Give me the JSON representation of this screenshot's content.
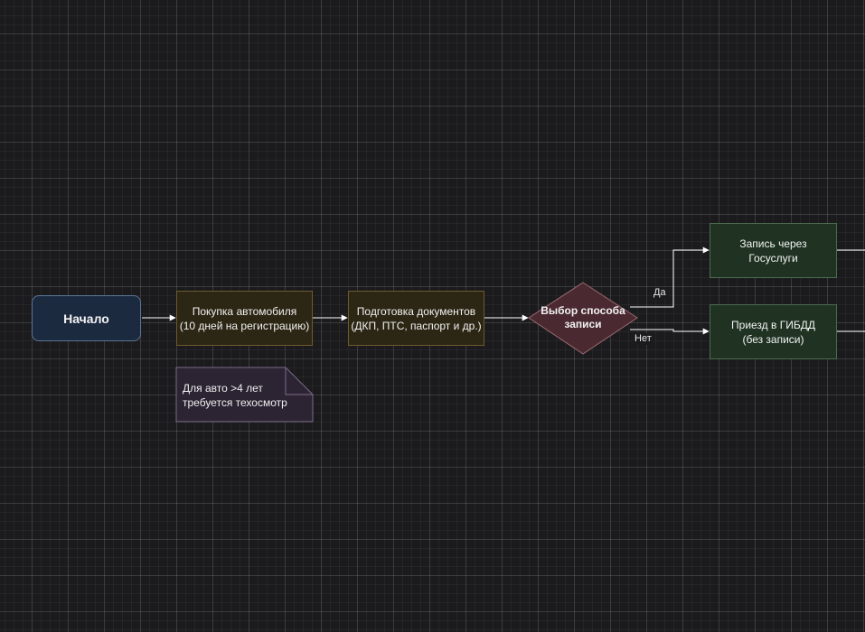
{
  "diagram": {
    "nodes": {
      "start": {
        "label": "Начало"
      },
      "buy": {
        "label": "Покупка автомобиля\n(10 дней на регистрацию)"
      },
      "docs": {
        "label": "Подготовка документов\n(ДКП, ПТС, паспорт и др.)"
      },
      "choice": {
        "label": "Выбор способа\nзаписи"
      },
      "gosuslugi": {
        "label": "Запись через\nГосуслуги"
      },
      "gibdd": {
        "label": "Приезд в ГИБДД\n(без записи)"
      },
      "note": {
        "label": "Для авто >4 лет\nтребуется техосмотр"
      }
    },
    "edges": {
      "yes": {
        "label": "Да"
      },
      "no": {
        "label": "Нет"
      }
    },
    "colors": {
      "start_fill": "#1c2a40",
      "process_fill": "#2c2614",
      "decision_fill": "#4a2a30",
      "result_fill": "#203323",
      "note_fill": "#2c2433",
      "edge": "#ffffff"
    }
  }
}
